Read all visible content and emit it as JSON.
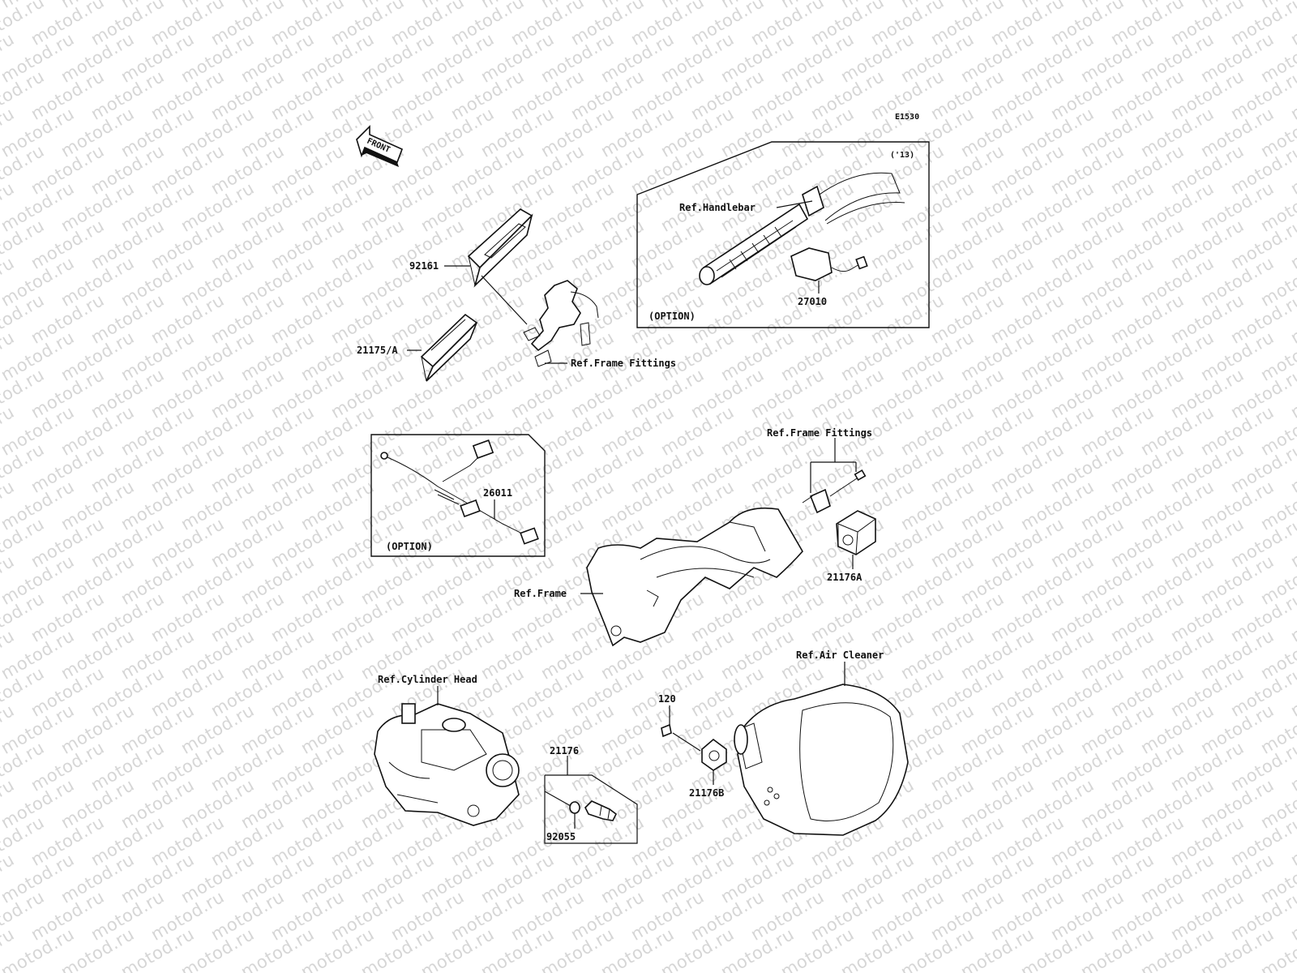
{
  "diagram_code": "E1530",
  "front_arrow": {
    "label": "FRONT",
    "icon": "front-arrow-icon"
  },
  "watermark": "motod.ru",
  "option_label": "(OPTION)",
  "year_label": "('13)",
  "labels": {
    "p92161": "92161",
    "p21175a": "21175/A",
    "ref_frame_fittings_1": "Ref.Frame Fittings",
    "ref_handlebar": "Ref.Handlebar",
    "p27010": "27010",
    "p26011": "26011",
    "ref_frame_fittings_2": "Ref.Frame Fittings",
    "p21176a": "21176A",
    "ref_frame": "Ref.Frame",
    "ref_cylinder_head": "Ref.Cylinder Head",
    "p21176": "21176",
    "p92055": "92055",
    "p120": "120",
    "p21176b": "21176B",
    "ref_air_cleaner": "Ref.Air Cleaner"
  }
}
